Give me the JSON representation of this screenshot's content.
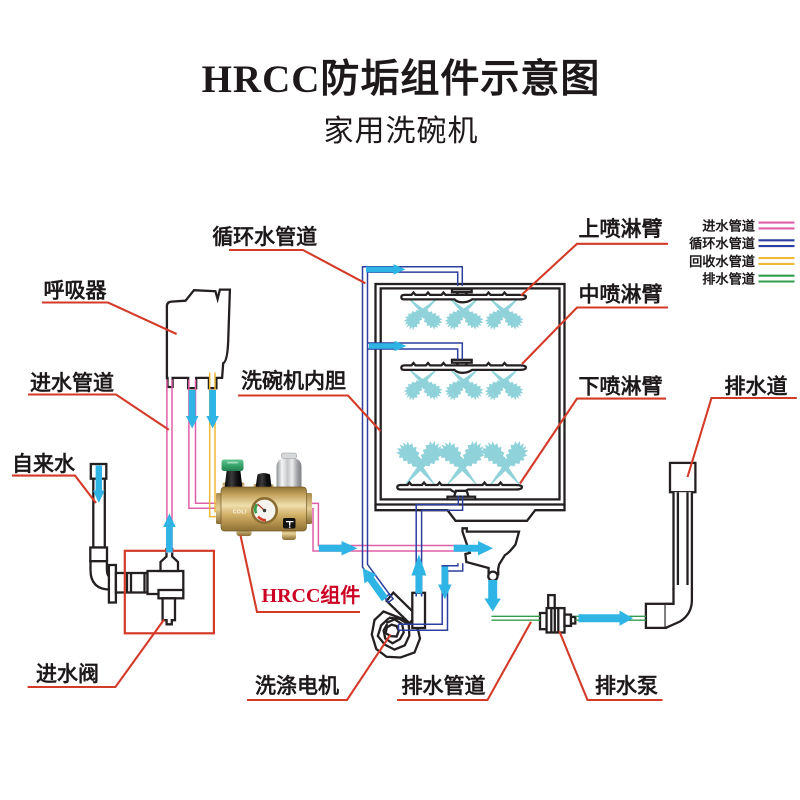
{
  "page": {
    "background": "#ffffff"
  },
  "title": "HRCC防垢组件示意图",
  "subtitle": "家用洗碗机",
  "legend": {
    "items": [
      {
        "label": "进水管道",
        "color": "#e05fa9"
      },
      {
        "label": "循环水管道",
        "color": "#2c3f9e"
      },
      {
        "label": "回收水管道",
        "color": "#eeb934"
      },
      {
        "label": "排水管道",
        "color": "#309e4d"
      }
    ]
  },
  "labels": {
    "circulation_pipe": "循环水管道",
    "upper_spray_arm": "上喷淋臂",
    "middle_spray_arm": "中喷淋臂",
    "lower_spray_arm": "下喷淋臂",
    "breather": "呼吸器",
    "inlet_pipe": "进水管道",
    "dishwasher_liner": "洗碗机内胆",
    "tap_water": "自来水",
    "hrcc_component": "HRCC组件",
    "inlet_valve": "进水阀",
    "washing_motor": "洗涤电机",
    "drain_pipe": "排水管道",
    "drain_pump": "排水泵",
    "drain_channel": "排水道"
  },
  "valve": {
    "brand": "COLI"
  },
  "colors": {
    "inlet_pipe": "#e05fa9",
    "circulation_pipe": "#2c3f9e",
    "recovery_pipe": "#eeb934",
    "drain_pipe": "#309e4d",
    "flow_arrow": "#2fb5e5",
    "spray_water": "#8fd2da",
    "outline": "#242021",
    "callout_line": "#d43a28",
    "hrcc_text": "#cc0022"
  }
}
